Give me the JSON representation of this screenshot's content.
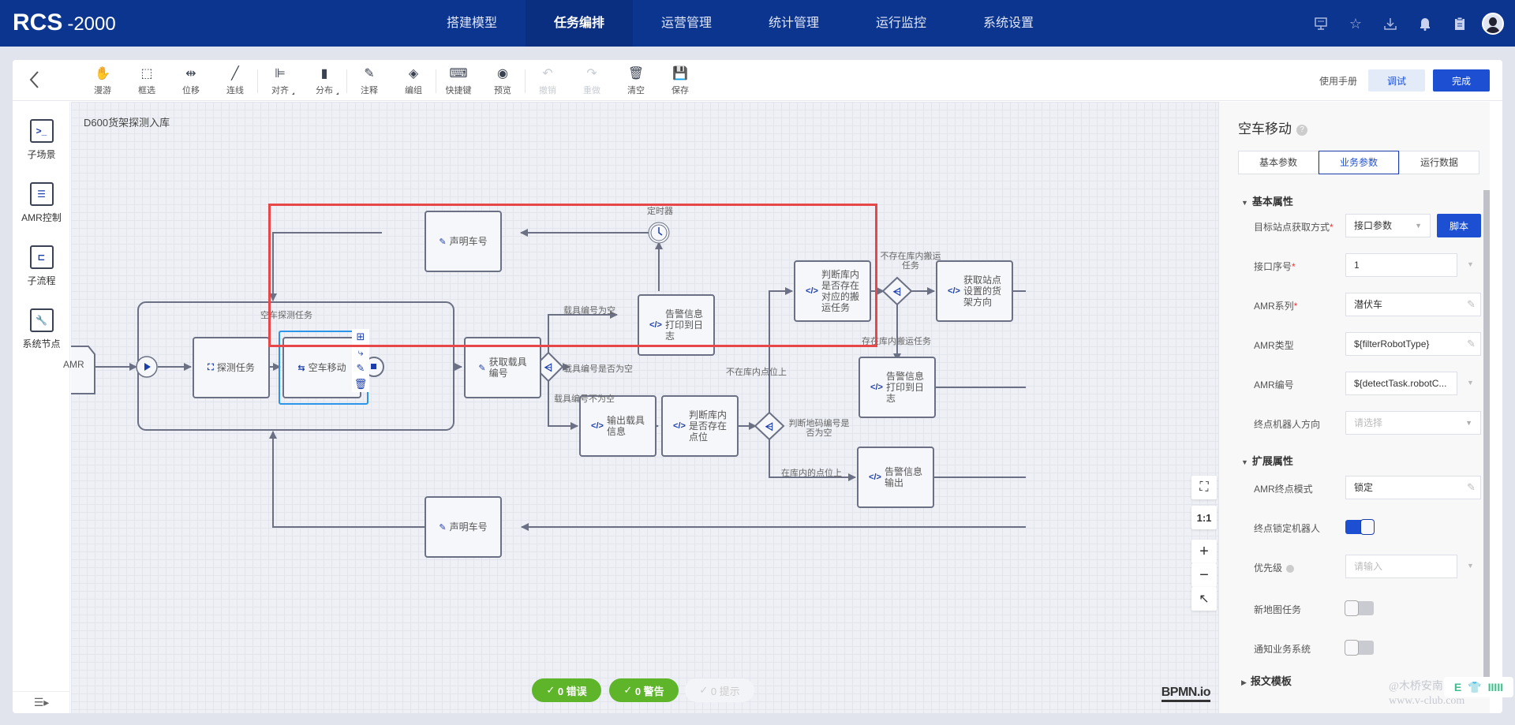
{
  "app": {
    "title": "RCS",
    "suffix": "-2000"
  },
  "nav": {
    "items": [
      {
        "label": "搭建模型",
        "active": false
      },
      {
        "label": "任务编排",
        "active": true
      },
      {
        "label": "运营管理",
        "active": false
      },
      {
        "label": "统计管理",
        "active": false
      },
      {
        "label": "运行监控",
        "active": false
      },
      {
        "label": "系统设置",
        "active": false
      }
    ],
    "icons": [
      "monitor-icon",
      "star-icon",
      "download-icon",
      "bell-icon",
      "clipboard-icon"
    ]
  },
  "toolbar": {
    "tools": [
      {
        "name": "pan",
        "label": "漫游",
        "icon": "✋"
      },
      {
        "name": "lasso",
        "label": "框选",
        "icon": "⬚"
      },
      {
        "name": "move",
        "label": "位移",
        "icon": "⇹"
      },
      {
        "name": "connect",
        "label": "连线",
        "icon": "╱"
      },
      {
        "name": "align",
        "label": "对齐",
        "icon": "⊫"
      },
      {
        "name": "distribute",
        "label": "分布",
        "icon": "▮"
      },
      {
        "name": "annotate",
        "label": "注释",
        "icon": "✎"
      },
      {
        "name": "group",
        "label": "编组",
        "icon": "◈"
      },
      {
        "name": "shortcut",
        "label": "快捷键",
        "icon": "⌨"
      },
      {
        "name": "preview",
        "label": "预览",
        "icon": "◉"
      },
      {
        "name": "undo",
        "label": "撤销",
        "icon": "↶"
      },
      {
        "name": "redo",
        "label": "重做",
        "icon": "↷"
      },
      {
        "name": "clear",
        "label": "清空",
        "icon": "🗑"
      },
      {
        "name": "save",
        "label": "保存",
        "icon": "💾"
      }
    ],
    "manual_label": "使用手册",
    "debug_label": "调试",
    "done_label": "完成"
  },
  "palette": {
    "items": [
      {
        "label": "子场景",
        "icon": ">_"
      },
      {
        "label": "AMR控制",
        "icon": "☰"
      },
      {
        "label": "子流程",
        "icon": "⊏"
      },
      {
        "label": "系统节点",
        "icon": "🔧"
      }
    ]
  },
  "diagram": {
    "title": "D600货架探测入库",
    "subprocess_label": "空车探测任务",
    "nodes": {
      "amr": "AMR",
      "detect": "探测任务",
      "move": "空车移动",
      "declare_top": "声明车号",
      "declare_bottom": "声明车号",
      "get_carrier": "获取载具编号",
      "alarm_log_top": "告警信息打印到日志",
      "output_carrier": "输出载具信息",
      "check_point": "判断库内是否存在点位",
      "check_task": "判断库内是否存在对应的搬运任务",
      "get_direction": "获取站点设置的货架方向",
      "alarm_log_mid": "告警信息打印到日志",
      "alarm_output": "告警信息输出"
    },
    "labels": {
      "timer": "定时器",
      "carrier_empty": "载具编号为空",
      "carrier_is_empty_q": "载具编号是否为空",
      "carrier_not_empty": "载具编号不为空",
      "not_in_task": "不存在库内搬运任务",
      "in_task": "存在库内搬运任务",
      "not_in_point": "不在库内点位上",
      "ground_code_q": "判断地码编号是否为空",
      "in_point": "在库内的点位上"
    }
  },
  "lint": {
    "errors": "0 错误",
    "warnings": "0 警告",
    "hints": "0 提示"
  },
  "zoom": {
    "fit": "⛶",
    "reset": "1:1",
    "in": "+",
    "out": "−",
    "top": "↖"
  },
  "bpmn_logo": "BPMN.io",
  "panel": {
    "title": "空车移动",
    "tabs": [
      {
        "label": "基本参数",
        "active": false
      },
      {
        "label": "业务参数",
        "active": true
      },
      {
        "label": "运行数据",
        "active": false
      }
    ],
    "basic_section": "基本属性",
    "ext_section": "扩展属性",
    "tpl_section": "报文模板",
    "fields": {
      "target_method": {
        "label": "目标站点获取方式",
        "value": "接口参数",
        "required": true
      },
      "script_btn": "脚本",
      "interface_no": {
        "label": "接口序号",
        "value": "1",
        "required": true
      },
      "amr_series": {
        "label": "AMR系列",
        "value": "潜伏车",
        "required": true
      },
      "amr_type": {
        "label": "AMR类型",
        "value": "${filterRobotType}"
      },
      "amr_no": {
        "label": "AMR编号",
        "value": "${detectTask.robotC..."
      },
      "end_dir": {
        "label": "终点机器人方向",
        "placeholder": "请选择"
      },
      "end_mode": {
        "label": "AMR终点模式",
        "value": "锁定"
      },
      "end_lock": {
        "label": "终点锁定机器人",
        "on": true
      },
      "priority": {
        "label": "优先级",
        "placeholder": "请输入"
      },
      "new_map": {
        "label": "新地图任务",
        "on": false
      },
      "notify": {
        "label": "通知业务系统",
        "on": false
      }
    }
  },
  "watermark": {
    "line1": "@木桥安南",
    "line2": "www.v-club.com"
  }
}
